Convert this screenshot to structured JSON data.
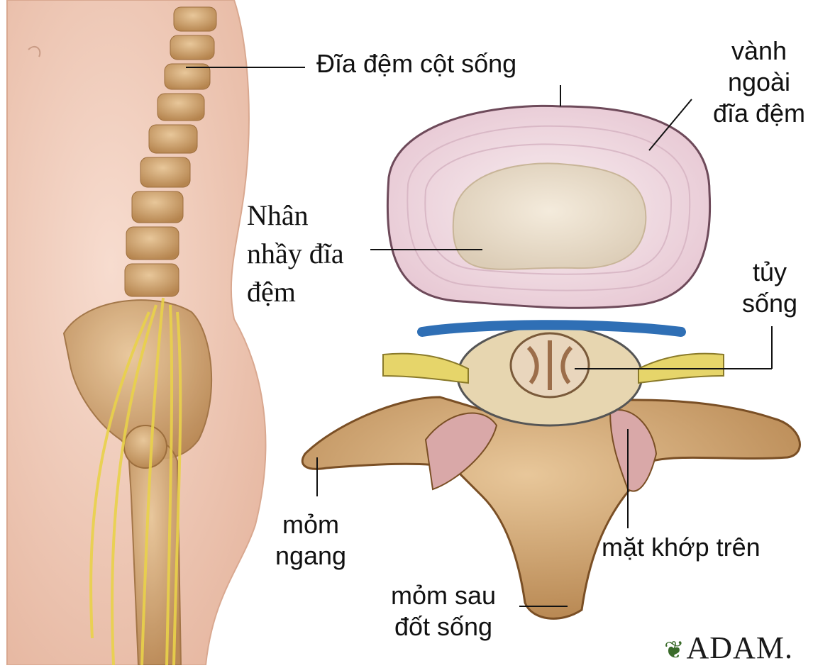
{
  "labels": {
    "disc": "Đĩa đệm cột sống",
    "annulus": [
      "vành",
      "ngoài",
      "đĩa đệm"
    ],
    "nucleus": [
      "Nhân",
      "nhầy đĩa",
      "đệm"
    ],
    "spinal_cord": [
      "tủy",
      "sống"
    ],
    "transverse_process": [
      "mỏm",
      "ngang"
    ],
    "facet": "mặt khớp trên",
    "spinous_process": [
      "mỏm sau",
      "đốt sống"
    ]
  },
  "logo": "ADAM."
}
